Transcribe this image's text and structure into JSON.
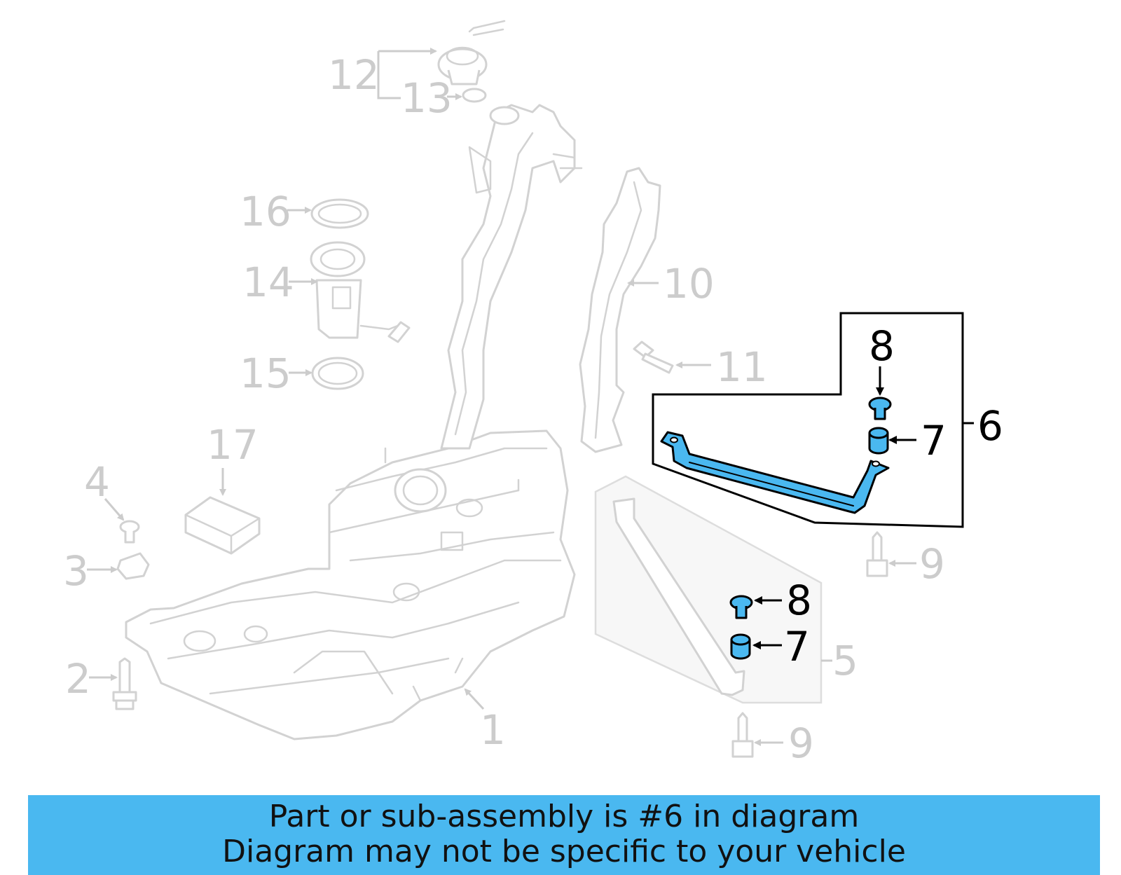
{
  "colors": {
    "highlight": "#4ab8f0",
    "banner": "#4ab8f0",
    "grey_parts": "#d2d2d2",
    "grey_labels": "#cccccc",
    "active": "#000000"
  },
  "callouts": {
    "c1": "1",
    "c2": "2",
    "c3": "3",
    "c4": "4",
    "c5": "5",
    "c6": "6",
    "c7a": "7",
    "c7b": "7",
    "c8a": "8",
    "c8b": "8",
    "c9a": "9",
    "c9b": "9",
    "c10": "10",
    "c11": "11",
    "c12": "12",
    "c13": "13",
    "c14": "14",
    "c15": "15",
    "c16": "16",
    "c17": "17"
  },
  "banner": {
    "line1": "Part or sub-assembly is #6 in diagram",
    "line2": "Diagram may not be specific to your vehicle"
  }
}
